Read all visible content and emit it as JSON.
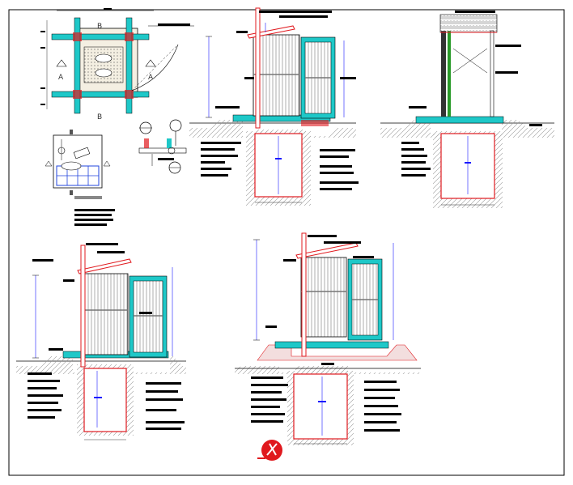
{
  "labels": {
    "section_a_left": "A",
    "section_a_right": "A",
    "section_b_top": "B",
    "section_b_bottom": "B"
  },
  "colors": {
    "outline": "#000000",
    "cut": "#e0191e",
    "glass": "#1ec8c8",
    "dimension": "#1a1aff",
    "tile": "#2244dd",
    "hatch": "#888888"
  }
}
